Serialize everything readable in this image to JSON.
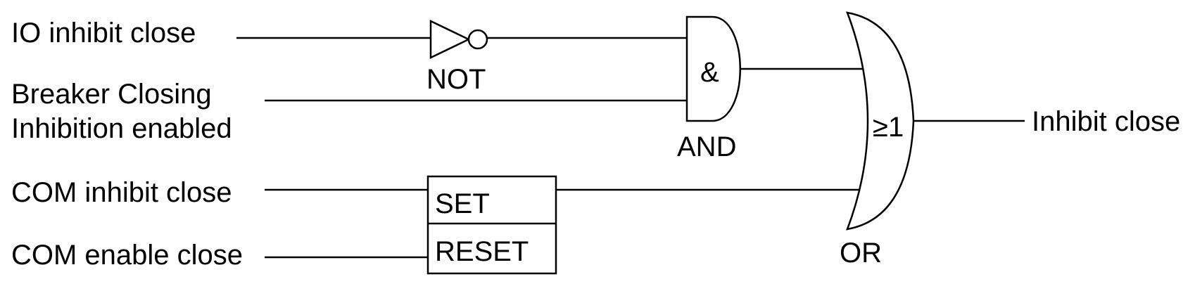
{
  "inputs": {
    "io_inhibit_close": "IO inhibit close",
    "breaker_closing_line1": "Breaker Closing",
    "breaker_closing_line2": "Inhibition enabled",
    "com_inhibit_close": "COM inhibit close",
    "com_enable_close": "COM enable close"
  },
  "gates": {
    "not_label": "NOT",
    "and_symbol": "&",
    "and_label": "AND",
    "or_symbol": "≥1",
    "or_label": "OR"
  },
  "flipflop": {
    "set_label": "SET",
    "reset_label": "RESET"
  },
  "output": {
    "inhibit_close": "Inhibit close"
  }
}
